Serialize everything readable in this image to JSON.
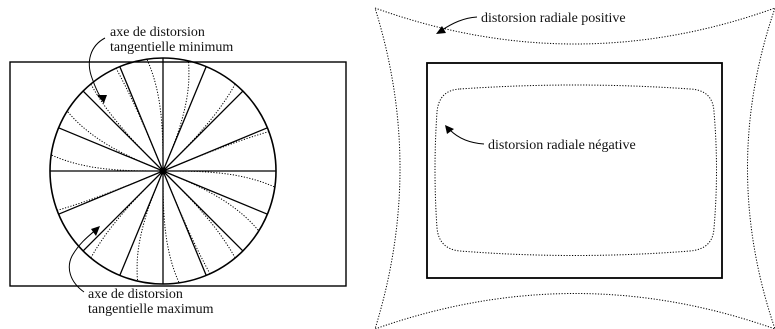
{
  "left_panel": {
    "label_min_line1": "axe de distorsion",
    "label_min_line2": "tangentielle minimum",
    "label_max_line1": "axe de distorsion",
    "label_max_line2": "tangentielle maximum"
  },
  "right_panel": {
    "label_positive": "distorsion radiale positive",
    "label_negative": "distorsion radiale négative"
  },
  "colors": {
    "line": "#000000",
    "text": "#111111",
    "background": "#ffffff"
  }
}
